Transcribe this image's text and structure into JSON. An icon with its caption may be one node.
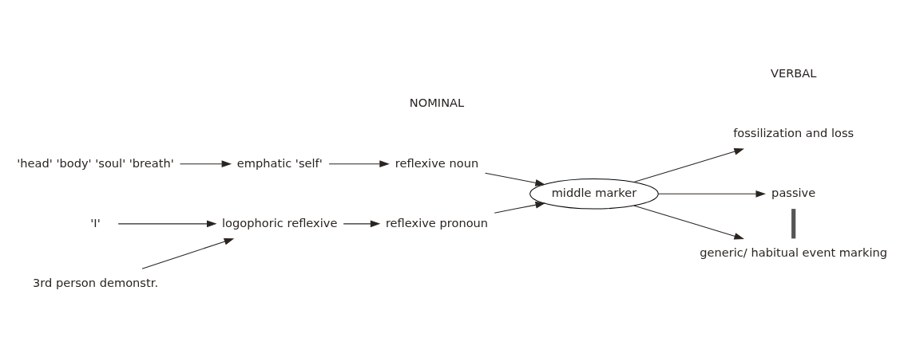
{
  "diagram": {
    "nodes": [
      {
        "text": [
          "'head' 'body' 'soul' 'breath'"
        ]
      },
      {
        "text": [
          "emphatic 'self'"
        ]
      },
      {
        "text": [
          "reflexive noun"
        ]
      },
      {
        "text": [
          "'I'"
        ]
      },
      {
        "text": [
          "3rd person demonstr."
        ]
      },
      {
        "text": [
          "logophoric reflexive"
        ]
      },
      {
        "text": [
          "reflexive pronoun"
        ]
      },
      {
        "text": [
          "middle marker"
        ]
      },
      {
        "text": [
          "fossilization and loss"
        ]
      },
      {
        "text": [
          "passive"
        ]
      },
      {
        "text": [
          "generic/ habitual event marking"
        ]
      }
    ],
    "edges": [
      {
        "from": 0,
        "to": 1,
        "arrow": "to"
      },
      {
        "from": 1,
        "to": 2,
        "arrow": "to"
      },
      {
        "from": 2,
        "to": 7,
        "arrow": "to"
      },
      {
        "from": 3,
        "to": 5,
        "arrow": "to"
      },
      {
        "from": 4,
        "to": 5,
        "arrow": "to"
      },
      {
        "from": 5,
        "to": 6,
        "arrow": "to"
      },
      {
        "from": 6,
        "to": 7,
        "arrow": "to"
      },
      {
        "from": 7,
        "to": 8,
        "arrow": "to"
      },
      {
        "from": 7,
        "to": 9,
        "arrow": "to"
      },
      {
        "from": 7,
        "to": 10,
        "arrow": "to"
      },
      {
        "from": 9,
        "to": 10,
        "arrow": "none",
        "style": "thick",
        "color": "#555555"
      }
    ],
    "labels": [
      "NOMINAL",
      "VERBAL"
    ]
  }
}
